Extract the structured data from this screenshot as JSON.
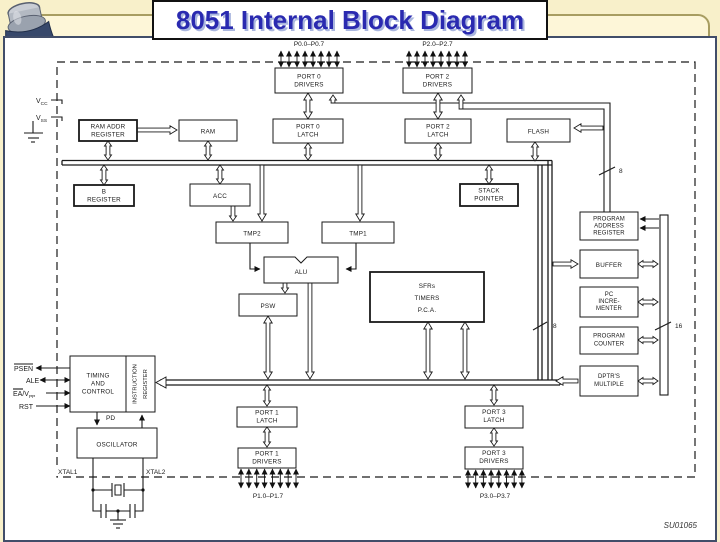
{
  "title": "8051 Internal Block Diagram",
  "footnote": "SU01065",
  "pins": {
    "p0": "P0.0–P0.7",
    "p2": "P2.0–P2.7",
    "p1": "P1.0–P1.7",
    "p3": "P3.0–P3.7",
    "vcc": {
      "base": "V",
      "sub": "CC"
    },
    "vss": {
      "base": "V",
      "sub": "SS"
    },
    "psen": "PSEN",
    "ale": "ALE",
    "ea": {
      "base": "EA",
      "mid": "/V",
      "sub": "PP"
    },
    "rst": "RST",
    "xtal1": "XTAL1",
    "xtal2": "XTAL2",
    "pd": "PD"
  },
  "bus_widths": {
    "flash": "8",
    "sfr": "8",
    "pc": "16"
  },
  "boxes": {
    "port0_drivers": {
      "l1": "PORT 0",
      "l2": "DRIVERS"
    },
    "port2_drivers": {
      "l1": "PORT 2",
      "l2": "DRIVERS"
    },
    "ram_addr_register": {
      "l1": "RAM ADDR",
      "l2": "REGISTER"
    },
    "ram": {
      "l1": "RAM"
    },
    "port0_latch": {
      "l1": "PORT 0",
      "l2": "LATCH"
    },
    "port2_latch": {
      "l1": "PORT 2",
      "l2": "LATCH"
    },
    "flash": {
      "l1": "FLASH"
    },
    "b_register": {
      "l1": "B",
      "l2": "REGISTER"
    },
    "acc": {
      "l1": "ACC"
    },
    "stack_pointer": {
      "l1": "STACK",
      "l2": "POINTER"
    },
    "tmp2": {
      "l1": "TMP2"
    },
    "tmp1": {
      "l1": "TMP1"
    },
    "alu": {
      "l1": "ALU"
    },
    "psw": {
      "l1": "PSW"
    },
    "sfr": {
      "l1": "SFRs",
      "l2": "TIMERS",
      "l3": "P.C.A."
    },
    "program_address_register": {
      "l1": "PROGRAM",
      "l2": "ADDRESS",
      "l3": "REGISTER"
    },
    "buffer": {
      "l1": "BUFFER"
    },
    "pc_incrementer": {
      "l1": "PC",
      "l2": "INCRE-",
      "l3": "MENTER"
    },
    "program_counter": {
      "l1": "PROGRAM",
      "l2": "COUNTER"
    },
    "dptr": {
      "l1": "DPTR'S",
      "l2": "MULTIPLE"
    },
    "timing_control": {
      "l1": "TIMING",
      "l2": "AND",
      "l3": "CONTROL"
    },
    "instruction_register": {
      "l1": "INSTRUCTION",
      "l2": "REGISTER"
    },
    "oscillator": {
      "l1": "OSCILLATOR"
    },
    "port1_latch": {
      "l1": "PORT 1",
      "l2": "LATCH"
    },
    "port1_drivers": {
      "l1": "PORT 1",
      "l2": "DRIVERS"
    },
    "port3_latch": {
      "l1": "PORT 3",
      "l2": "LATCH"
    },
    "port3_drivers": {
      "l1": "PORT 3",
      "l2": "DRIVERS"
    }
  }
}
